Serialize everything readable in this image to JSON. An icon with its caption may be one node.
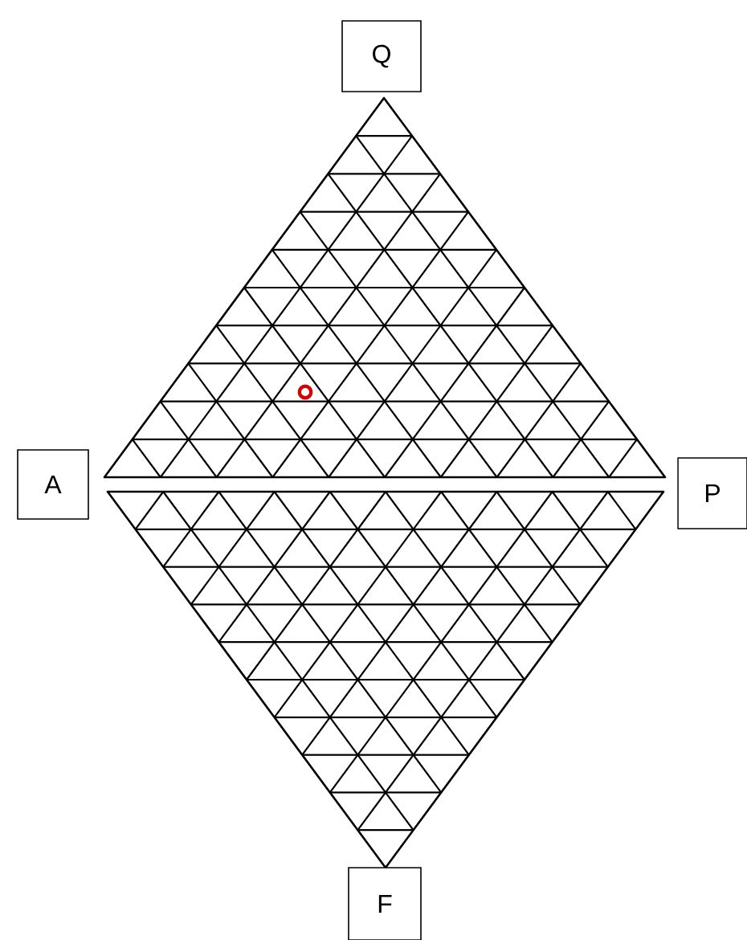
{
  "diagram": {
    "nodes": [
      {
        "text": [
          "Q"
        ]
      },
      {
        "text": [
          "A"
        ]
      },
      {
        "text": [
          "P"
        ]
      },
      {
        "text": [
          "F"
        ]
      }
    ]
  }
}
